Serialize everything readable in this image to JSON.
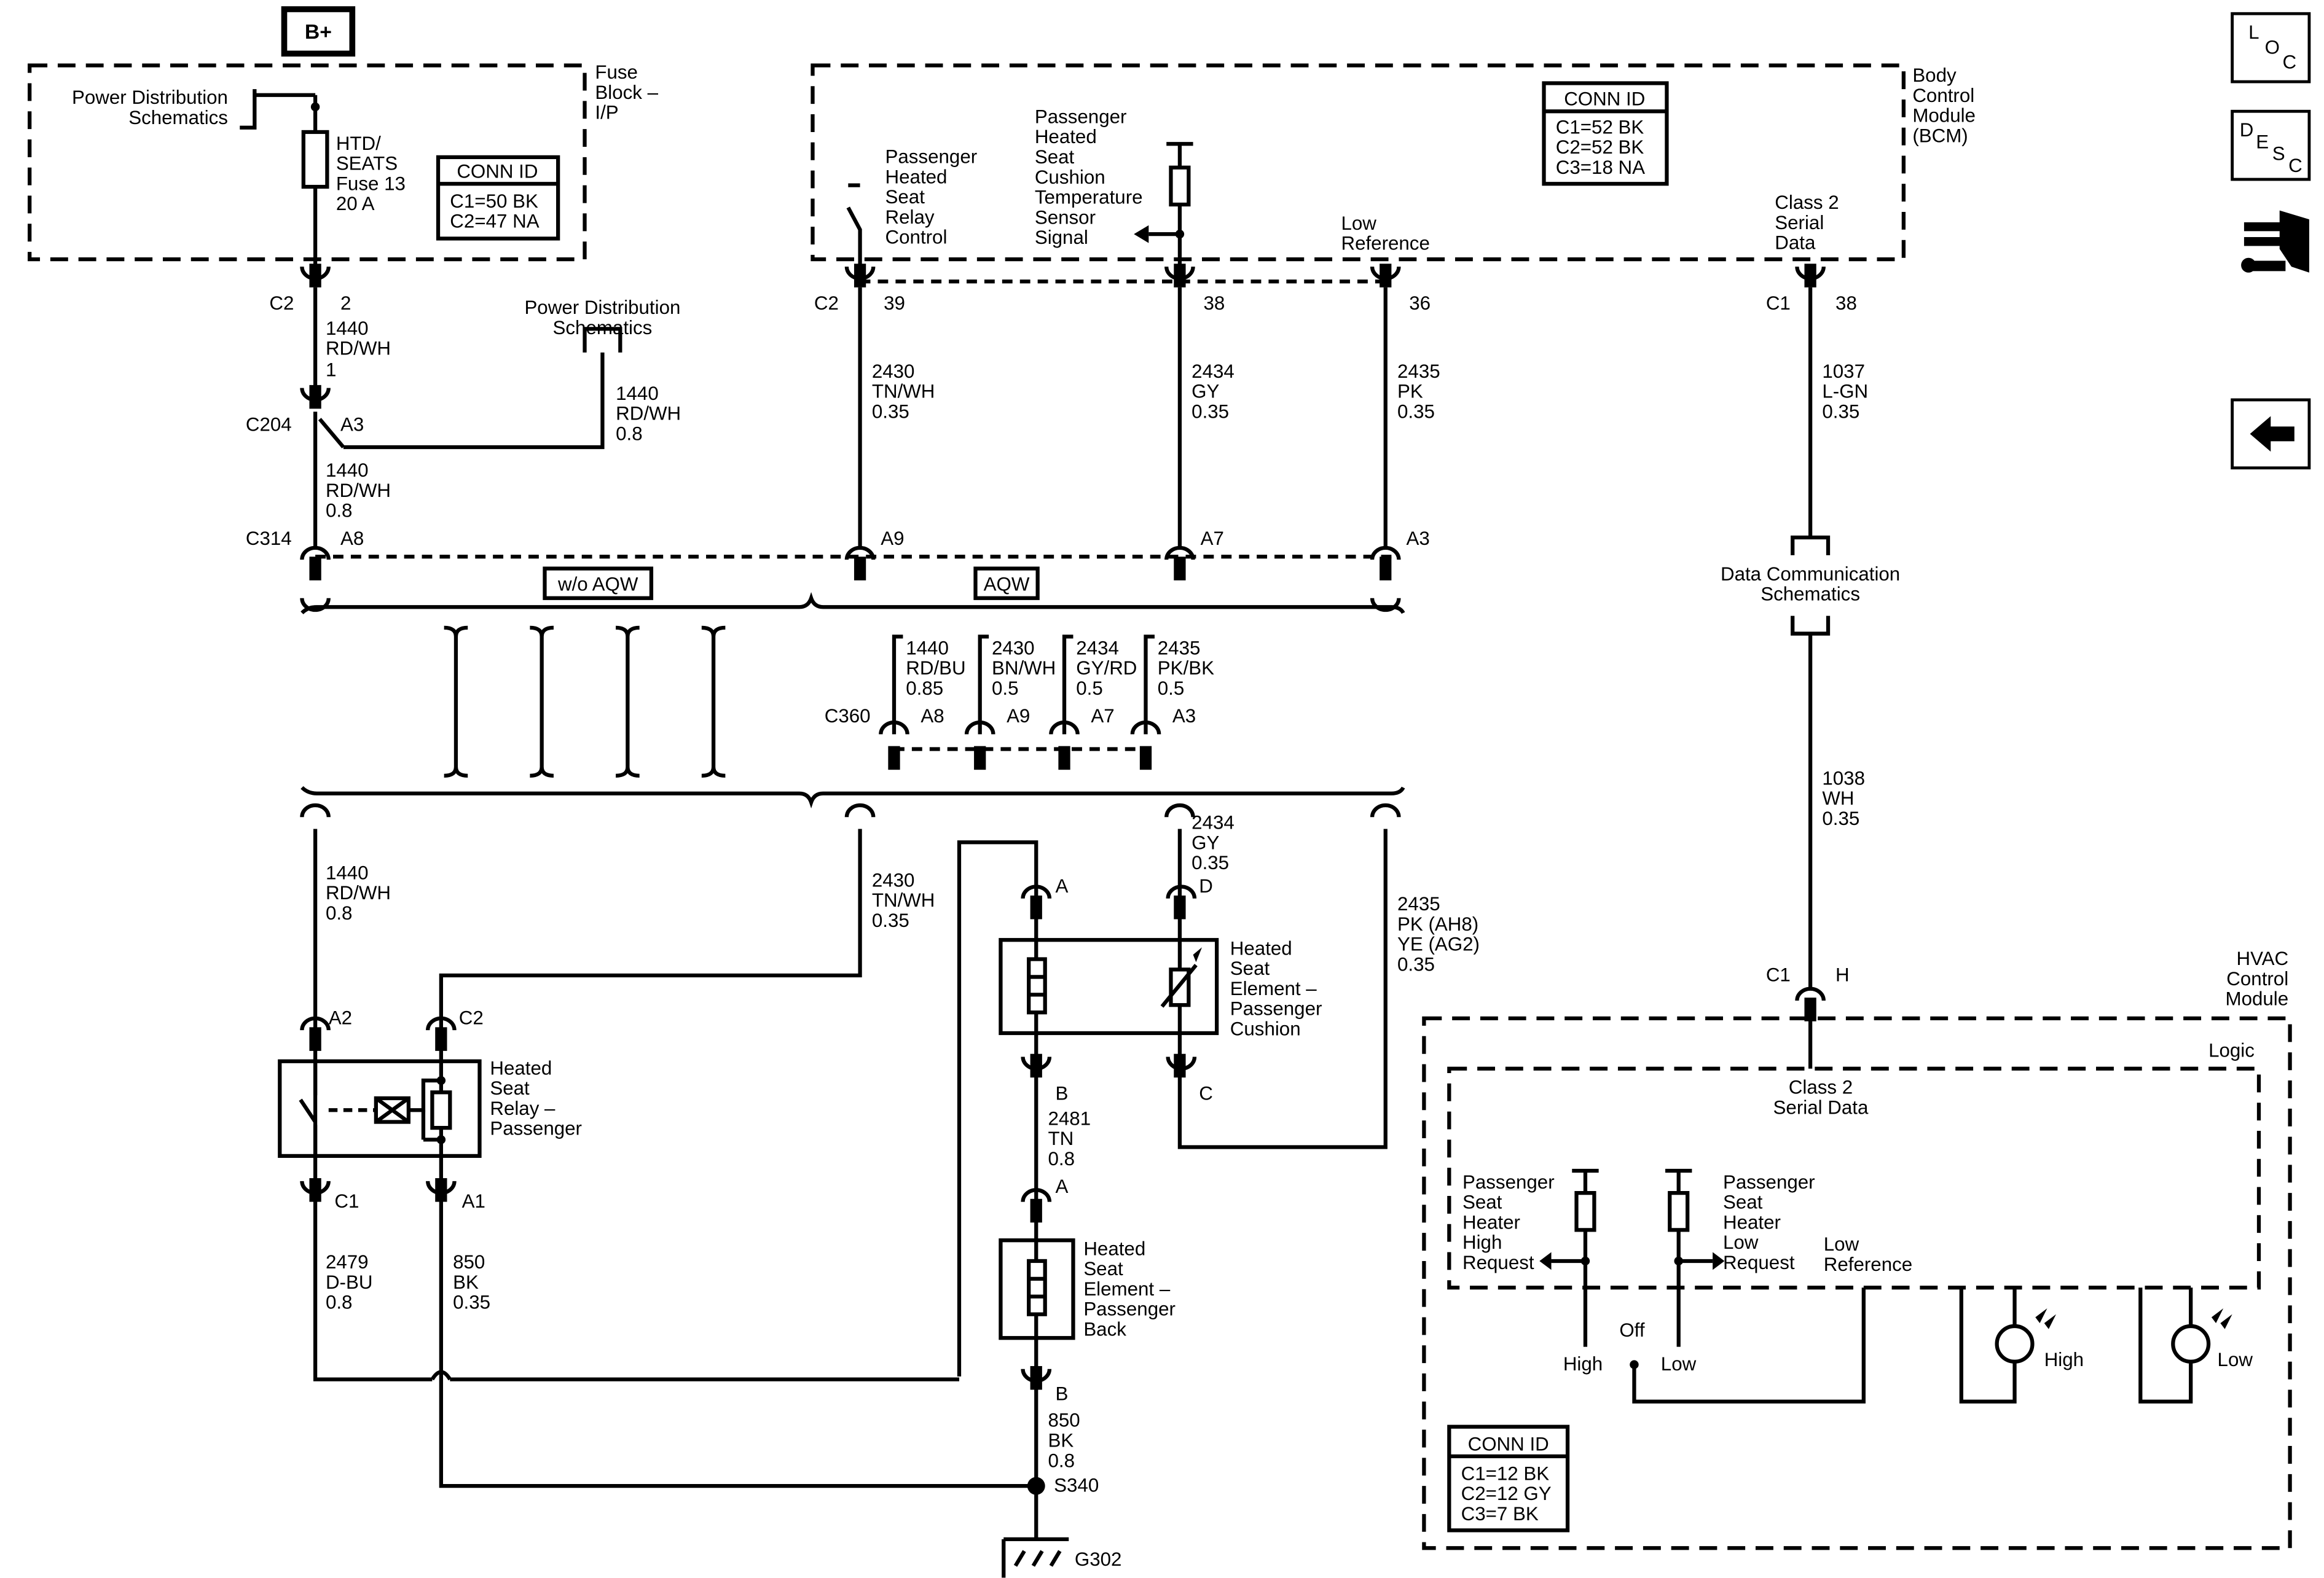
{
  "diagram": {
    "supply": "B+",
    "fuse_block": {
      "title": [
        "Fuse",
        "Block –",
        "I/P"
      ],
      "feed_label": [
        "Power Distribution",
        "Schematics"
      ],
      "fuse": [
        "HTD/",
        "SEATS",
        "Fuse 13",
        "20 A"
      ],
      "conn_id": {
        "title": "CONN ID",
        "rows": [
          "C1=50 BK",
          "C2=47 NA"
        ]
      }
    },
    "bcm": {
      "title": [
        "Body",
        "Control",
        "Module",
        "(BCM)"
      ],
      "conn_id": {
        "title": "CONN ID",
        "rows": [
          "C1=52 BK",
          "C2=52 BK",
          "C3=18 NA"
        ]
      },
      "relay_control": [
        "Passenger",
        "Heated",
        "Seat",
        "Relay",
        "Control"
      ],
      "temp_sensor": [
        "Passenger",
        "Heated",
        "Seat",
        "Cushion",
        "Temperature",
        "Sensor",
        "Signal"
      ],
      "low_ref": [
        "Low",
        "Reference"
      ],
      "serial": [
        "Class 2",
        "Serial",
        "Data"
      ]
    },
    "connectors": {
      "c2": "C2",
      "c204": "C204",
      "c314": "C314",
      "c360": "C360",
      "c1": "C1",
      "s340": "S340",
      "g302": "G302"
    },
    "pins": {
      "fuse_c2": "2",
      "c204_a3": "A3",
      "c204_1": "1",
      "c314_a8": "A8",
      "c314_a9": "A9",
      "c314_a7": "A7",
      "c314_a3": "A3",
      "bcm_39": "39",
      "bcm_38": "38",
      "bcm_36": "36",
      "bcm_c1_38": "38",
      "c360_a8": "A8",
      "c360_a9": "A9",
      "c360_a7": "A7",
      "c360_a3": "A3",
      "relay_a2": "A2",
      "relay_c2": "C2",
      "relay_c1": "C1",
      "relay_a1": "A1",
      "cushion_a": "A",
      "cushion_d": "D",
      "cushion_b": "B",
      "cushion_c": "C",
      "back_a": "A",
      "back_b": "B",
      "hvac_h": "H"
    },
    "wires": {
      "w1440_top": [
        "1440",
        "RD/WH"
      ],
      "w1440_pd": [
        "1440",
        "RD/WH",
        "0.8"
      ],
      "w1440_mid": [
        "1440",
        "RD/WH",
        "0.8"
      ],
      "w2430": [
        "2430",
        "TN/WH",
        "0.35"
      ],
      "w2434": [
        "2434",
        "GY",
        "0.35"
      ],
      "w2435": [
        "2435",
        "PK",
        "0.35"
      ],
      "w1037": [
        "1037",
        "L-GN",
        "0.35"
      ],
      "w1038": [
        "1038",
        "WH",
        "0.35"
      ],
      "aqw_1440": [
        "1440",
        "RD/BU",
        "0.85"
      ],
      "aqw_2430": [
        "2430",
        "BN/WH",
        "0.5"
      ],
      "aqw_2434": [
        "2434",
        "GY/RD",
        "0.5"
      ],
      "aqw_2435": [
        "2435",
        "PK/BK",
        "0.5"
      ],
      "low_1440": [
        "1440",
        "RD/WH",
        "0.8"
      ],
      "low_2430": [
        "2430",
        "TN/WH",
        "0.35"
      ],
      "low_2434": [
        "2434",
        "GY",
        "0.35"
      ],
      "low_2435": [
        "2435",
        "PK (AH8)",
        "YE (AG2)",
        "0.35"
      ],
      "w2481": [
        "2481",
        "TN",
        "0.8"
      ],
      "w2479": [
        "2479",
        "D-BU",
        "0.8"
      ],
      "w850a": [
        "850",
        "BK",
        "0.35"
      ],
      "w850b": [
        "850",
        "BK",
        "0.8"
      ]
    },
    "options": {
      "without": "w/o AQW",
      "with": "AQW"
    },
    "pd_schematics_mid": [
      "Power Distribution",
      "Schematics"
    ],
    "data_comm": [
      "Data Communication",
      "Schematics"
    ],
    "relay": [
      "Heated",
      "Seat",
      "Relay –",
      "Passenger"
    ],
    "cushion": [
      "Heated",
      "Seat",
      "Element –",
      "Passenger",
      "Cushion"
    ],
    "back": [
      "Heated",
      "Seat",
      "Element –",
      "Passenger",
      "Back"
    ],
    "hvac": {
      "title": [
        "HVAC",
        "Control",
        "Module"
      ],
      "logic": "Logic",
      "serial": [
        "Class 2",
        "Serial Data"
      ],
      "high_req": [
        "Passenger",
        "Seat",
        "Heater",
        "High",
        "Request"
      ],
      "low_req": [
        "Passenger",
        "Seat",
        "Heater",
        "Low",
        "Request"
      ],
      "low_ref": [
        "Low",
        "Reference"
      ],
      "sw_high": "High",
      "sw_off": "Off",
      "sw_low": "Low",
      "led_high": "High",
      "led_low": "Low",
      "conn_id": {
        "title": "CONN ID",
        "rows": [
          "C1=12 BK",
          "C2=12 GY",
          "C3=7 BK"
        ]
      }
    },
    "nav": {
      "loc": [
        "L",
        "O",
        "C"
      ],
      "desc": [
        "D",
        "E",
        "S",
        "C"
      ],
      "icons": [
        "connector-tool-icon",
        "back-arrow-icon"
      ]
    }
  }
}
